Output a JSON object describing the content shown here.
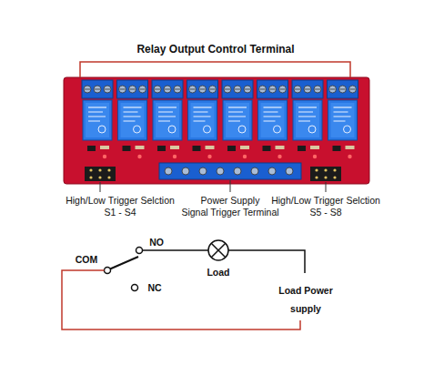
{
  "diagram": {
    "labels": [
      "Relay Output Control Terminal",
      "High/Low Trigger Selction",
      "S1 - S4",
      "Power Supply",
      "Signal Trigger Terminal",
      "High/Low Trigger Selction",
      "S5 - S8",
      "COM",
      "NO",
      "NC",
      "Load",
      "Load Power supply"
    ]
  }
}
